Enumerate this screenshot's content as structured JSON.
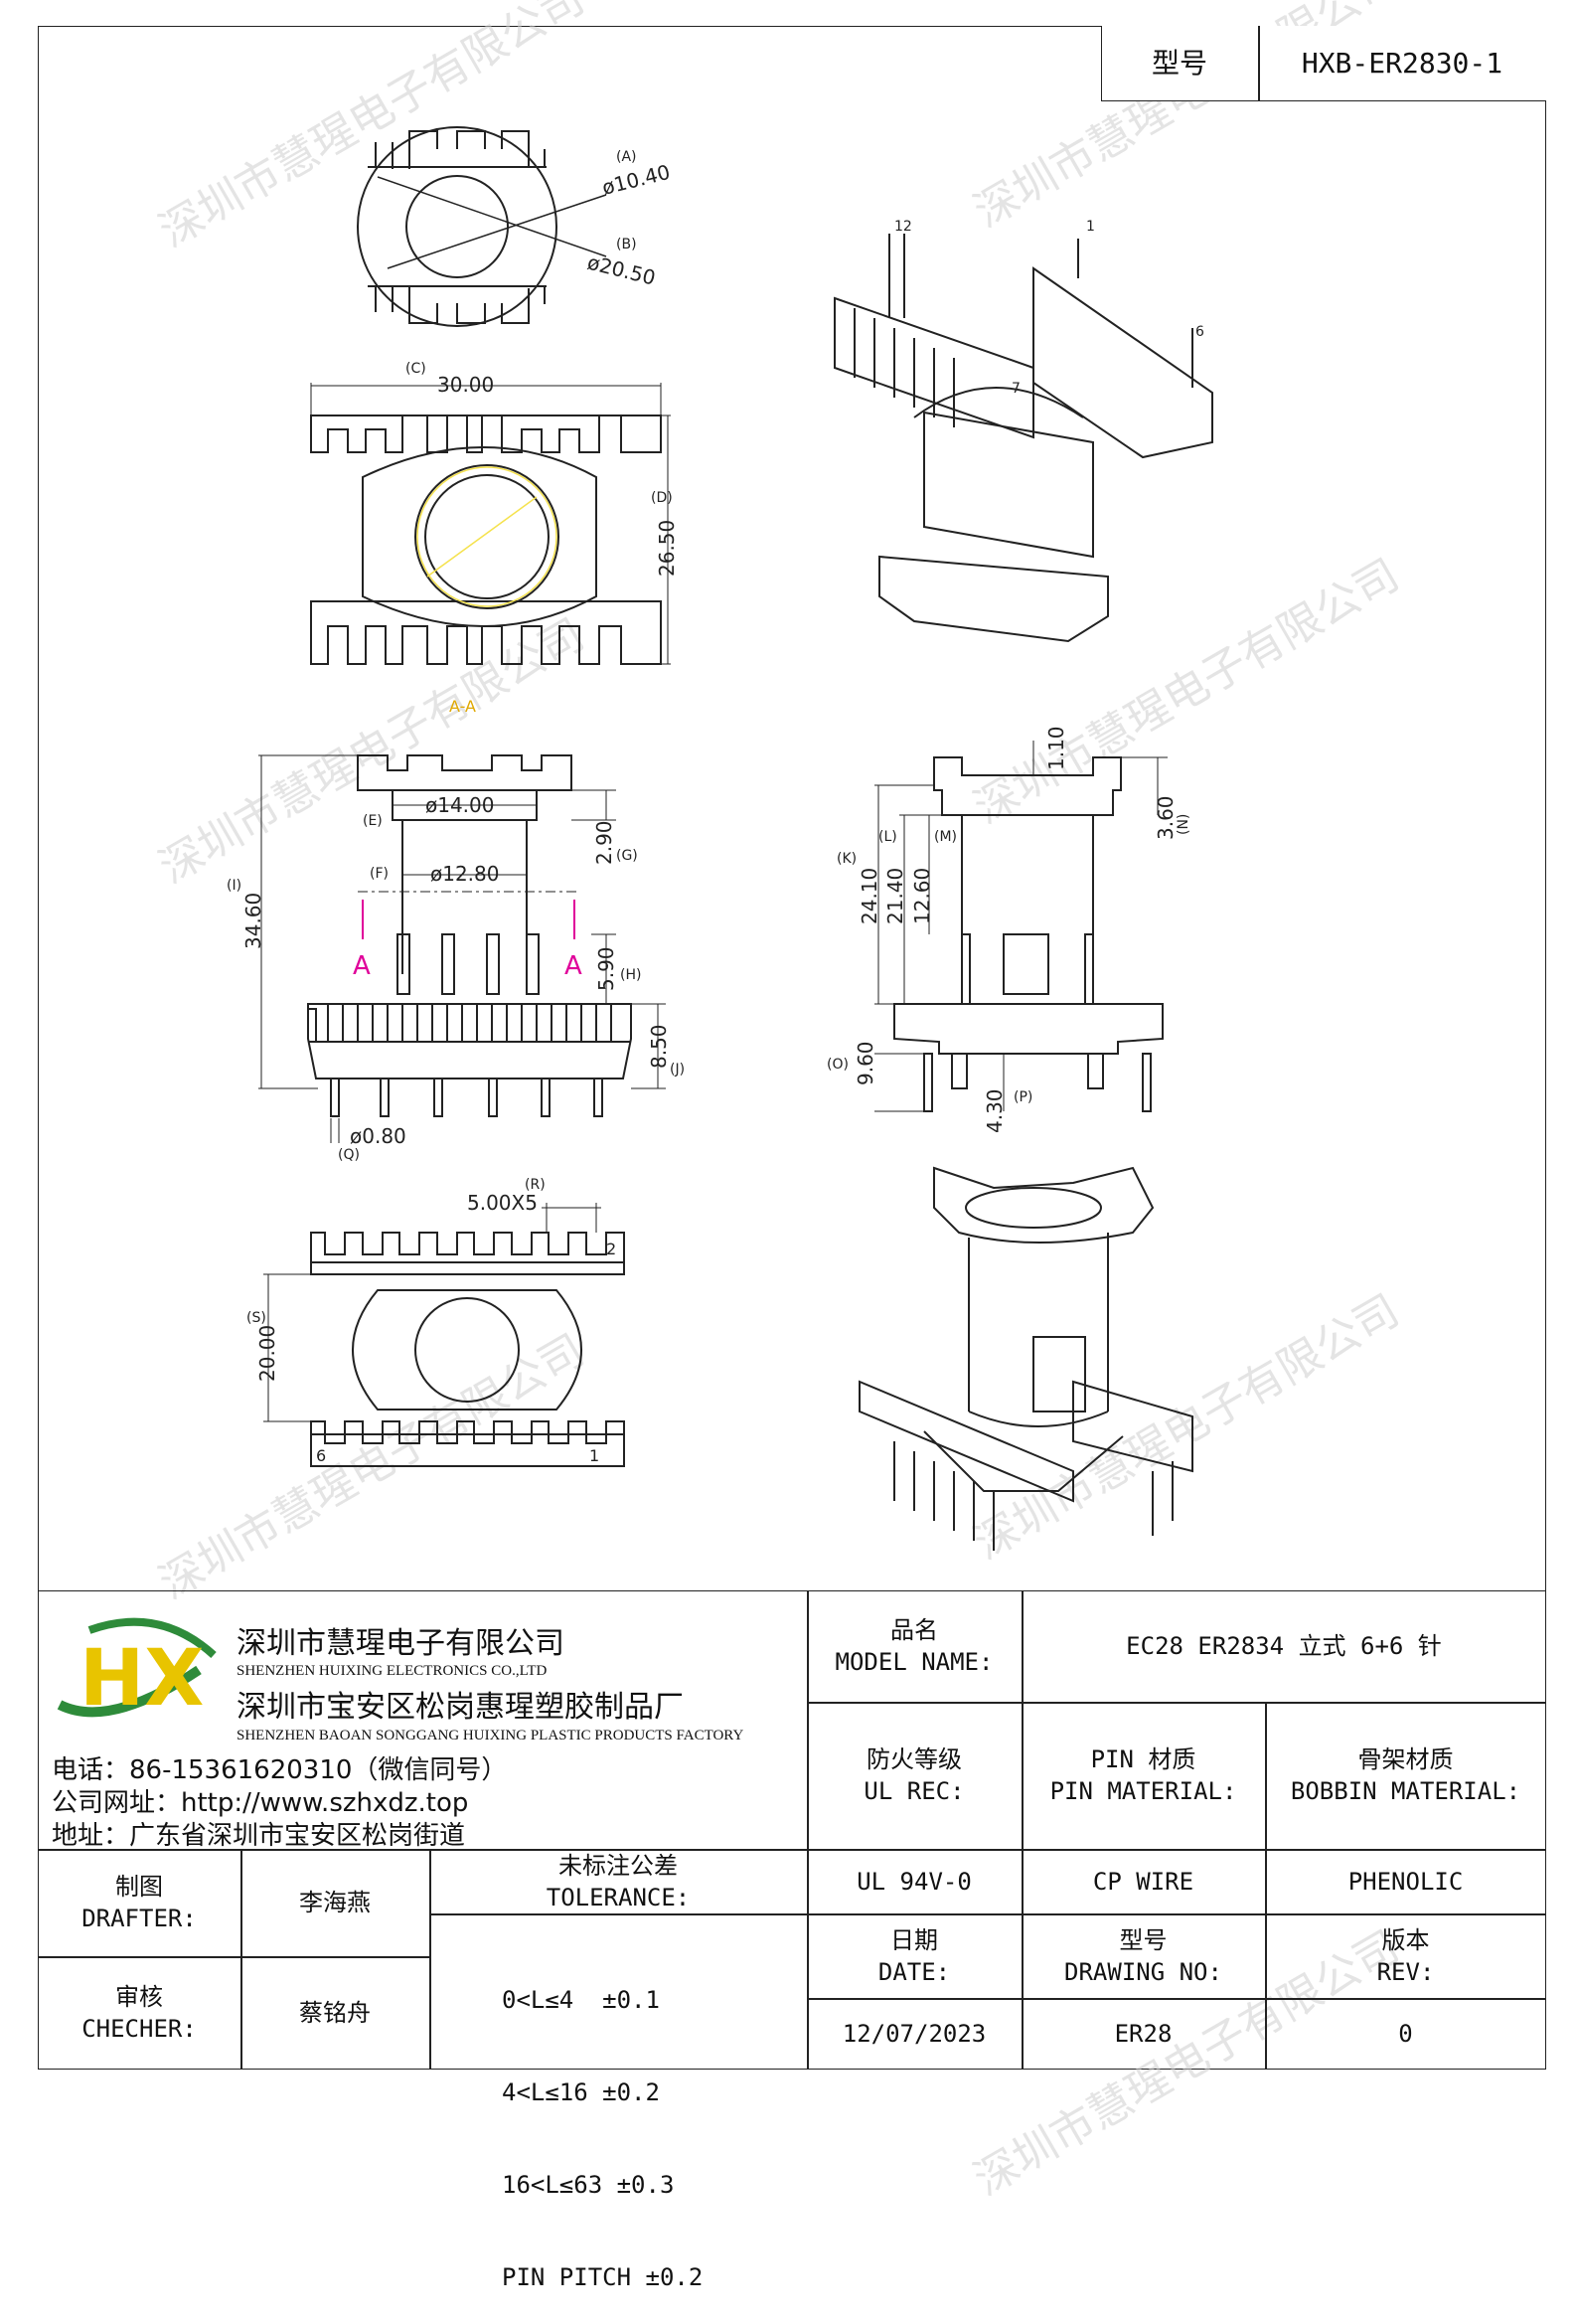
{
  "header": {
    "model_label": "型号",
    "model_value": "HXB-ER2830-1"
  },
  "watermark": "深圳市慧瑆电子有限公司",
  "drawing": {
    "top_view": {
      "ref_a": "(A)",
      "dim_a": "ø10.40",
      "ref_b": "(B)",
      "dim_b": "ø20.50"
    },
    "plan_view": {
      "ref_c": "(C)",
      "dim_c": "30.00",
      "ref_d": "(D)",
      "dim_d": "26.50",
      "section": "A-A"
    },
    "front_view": {
      "ref_e": "(E)",
      "dim_e": "ø14.00",
      "ref_f": "(F)",
      "dim_f": "ø12.80",
      "ref_g": "(G)",
      "dim_g": "2.90",
      "ref_h": "(H)",
      "dim_h": "5.90",
      "ref_i": "(I)",
      "dim_i": "34.60",
      "ref_j": "(J)",
      "dim_j": "8.50",
      "ref_q": "(Q)",
      "dim_q": "ø0.80",
      "section_mark": "A"
    },
    "side_view": {
      "dim_top": "1.10",
      "ref_k": "(K)",
      "dim_k": "24.10",
      "ref_l": "(L)",
      "dim_l": "21.40",
      "ref_m": "(M)",
      "dim_m": "12.60",
      "ref_n": "(N)",
      "dim_n": "3.60",
      "ref_o": "(O)",
      "dim_o": "9.60",
      "ref_p": "(P)",
      "dim_p": "4.30"
    },
    "bottom_view": {
      "ref_r": "(R)",
      "dim_r": "5.00X5",
      "ref_s": "(S)",
      "dim_s": "20.00",
      "pin_6": "6",
      "pin_1": "1",
      "pin_2": "2"
    },
    "iso_view": {
      "pin_12": "12",
      "pin_1": "1",
      "pin_6": "6",
      "pin_7": "7"
    }
  },
  "title_block": {
    "company_cn": "深圳市慧瑆电子有限公司",
    "company_en": "SHENZHEN HUIXING ELECTRONICS CO.,LTD",
    "factory_cn": "深圳市宝安区松岗惠瑆塑胶制品厂",
    "factory_en": "SHENZHEN BAOAN SONGGANG HUIXING PLASTIC PRODUCTS FACTORY",
    "phone": "电话：86-15361620310（微信同号）",
    "website": "公司网址：http://www.szhxdz.top",
    "address": "地址：广东省深圳市宝安区松岗街道",
    "logo_text": "HX",
    "model_name_cn": "品名",
    "model_name_en": "MODEL NAME:",
    "model_name_value": "EC28 ER2834 立式 6+6 针",
    "ul_cn": "防火等级",
    "ul_en": "UL REC:",
    "pin_mat_cn": "PIN 材质",
    "pin_mat_en": "PIN MATERIAL:",
    "bobbin_cn": "骨架材质",
    "bobbin_en": "BOBBIN MATERIAL:",
    "ul_value": "UL 94V-0",
    "pin_value": "CP WIRE",
    "bobbin_value": "PHENOLIC",
    "drafter_cn": "制图",
    "drafter_en": "DRAFTER:",
    "drafter_name": "李海燕",
    "checker_cn": "审核",
    "checker_en": "CHECHER:",
    "checker_name": "蔡铭舟",
    "tol_cn": "未标注公差",
    "tol_en": "TOLERANCE:",
    "tol_lines": [
      "0<L≤4  ±0.1",
      "4<L≤16 ±0.2",
      "16<L≤63 ±0.3",
      "PIN PITCH ±0.2"
    ],
    "date_cn": "日期",
    "date_en": "DATE:",
    "date_value": "12/07/2023",
    "drawno_cn": "型号",
    "drawno_en": "DRAWING NO:",
    "drawno_value": "ER28",
    "rev_cn": "版本",
    "rev_en": "REV:",
    "rev_value": "0"
  }
}
